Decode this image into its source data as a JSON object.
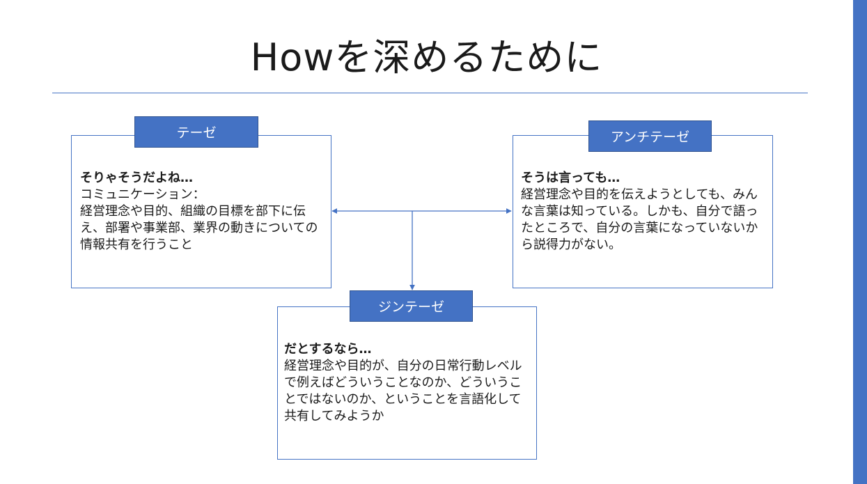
{
  "title": "Howを深めるために",
  "colors": {
    "accent": "#4472c4",
    "label_border": "#2f528f",
    "text": "#1a1a1a"
  },
  "thesis": {
    "label": "テーゼ",
    "lead": "そりゃそうだよね…",
    "body": "コミュニケーション：\n経営理念や目的、組織の目標を部下に伝え、部署や事業部、業界の動きについての情報共有を行うこと"
  },
  "antithesis": {
    "label": "アンチテーゼ",
    "lead": "そうは言っても…",
    "body": "経営理念や目的を伝えようとしても、みんな言葉は知っている。しかも、自分で語ったところで、自分の言葉になっていないから説得力がない。"
  },
  "synthesis": {
    "label": "ジンテーゼ",
    "lead": "だとするなら…",
    "body": "経営理念や目的が、自分の日常行動レベルで例えばどういうことなのか、どういうことではないのか、ということを言語化して共有してみようか"
  }
}
